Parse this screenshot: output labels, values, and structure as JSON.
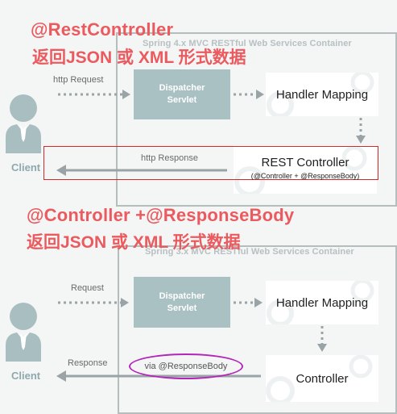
{
  "top": {
    "title": "@RestController",
    "subtitle": "返回JSON 或 XML 形式数据",
    "container_title": "Spring 4.x MVC RESTful Web Services Container",
    "dispatcher": [
      "Dispatcher",
      "Servlet"
    ],
    "handler_mapping": "Handler Mapping",
    "controller": "REST Controller",
    "controller_note": "(@Controller + @ResponseBody)",
    "request_label": "http Request",
    "response_label": "http Response",
    "client_label": "Client"
  },
  "bottom": {
    "title": "@Controller +@ResponseBody",
    "subtitle": "返回JSON 或 XML 形式数据",
    "container_title": "Spring 3.x MVC RESTful Web Services Container",
    "dispatcher": [
      "Dispatcher",
      "Servlet"
    ],
    "handler_mapping": "Handler Mapping",
    "controller": "Controller",
    "request_label": "Request",
    "response_label": "Response",
    "via_label": "via @ResponseBody",
    "client_label": "Client"
  },
  "colors": {
    "dispatcher": "#a9c1c3",
    "title_red": "#ea5a5e",
    "client": "#8ea9ad",
    "container_border": "#b6bdbd",
    "oval": "#b326b8",
    "highlight": "#d22a2a"
  },
  "icons": [
    "client-person-icon",
    "gear-icon"
  ]
}
